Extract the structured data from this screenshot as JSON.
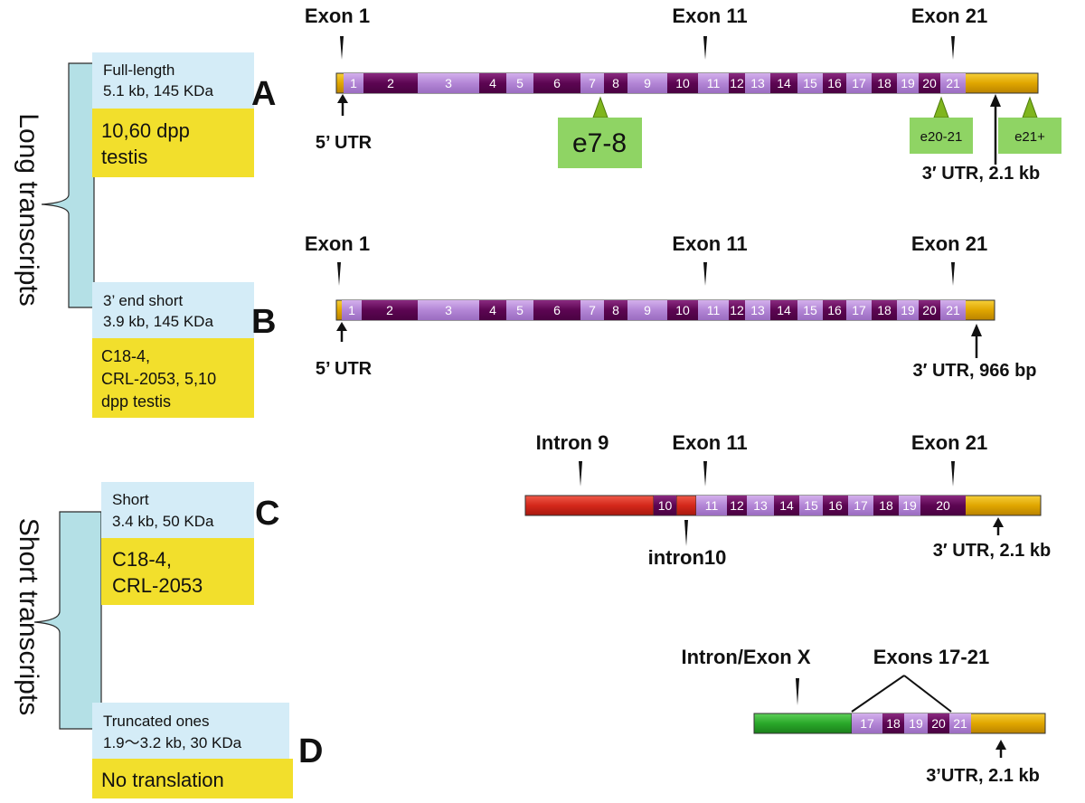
{
  "side_labels": {
    "long": "Long  transcripts",
    "short": "Short  transcripts"
  },
  "transcripts": [
    {
      "letter": "A",
      "info_lines": [
        "Full-length",
        "5.1 kb, 145 KDa"
      ],
      "tissue_lines": [
        "10,60 dpp",
        "testis"
      ],
      "exon_labels": [
        "1",
        "2",
        "3",
        "4",
        "5",
        "6",
        "7",
        "8",
        "9",
        "10",
        "11",
        "12",
        "13",
        "14",
        "15",
        "16",
        "17",
        "18",
        "19",
        "20",
        "21"
      ],
      "top_markers": [
        "Exon 1",
        "Exon 11",
        "Exon 21"
      ],
      "utr5": "5’ UTR",
      "utr3": "3′  UTR, 2.1 kb",
      "probes": [
        "e7-8",
        "e20-21",
        "e21+"
      ]
    },
    {
      "letter": "B",
      "info_lines": [
        "3’ end short",
        "3.9 kb, 145 KDa"
      ],
      "tissue_lines": [
        "C18-4,",
        "CRL-2053, 5,10",
        "dpp testis"
      ],
      "exon_labels": [
        "1",
        "2",
        "3",
        "4",
        "5",
        "6",
        "7",
        "8",
        "9",
        "10",
        "11",
        "12",
        "13",
        "14",
        "15",
        "16",
        "17",
        "18",
        "19",
        "20",
        "21"
      ],
      "top_markers": [
        "Exon 1",
        "Exon 11",
        "Exon 21"
      ],
      "utr5": "5’ UTR",
      "utr3": "3′  UTR, 966 bp"
    },
    {
      "letter": "C",
      "info_lines": [
        "Short",
        "3.4 kb, 50 KDa"
      ],
      "tissue_lines": [
        "C18-4,",
        "CRL-2053"
      ],
      "exon_labels": [
        "10",
        "11",
        "12",
        "13",
        "14",
        "15",
        "16",
        "17",
        "18",
        "19",
        "20"
      ],
      "top_markers": [
        "Intron 9",
        "Exon 11",
        "Exon 21"
      ],
      "bottom_marker": "intron10",
      "utr3": "3′  UTR, 2.1 kb"
    },
    {
      "letter": "D",
      "info_lines": [
        "Truncated ones",
        "1.9〜3.2 kb, 30 KDa"
      ],
      "tissue_lines": [
        "No translation"
      ],
      "exon_labels": [
        "17",
        "18",
        "19",
        "20",
        "21"
      ],
      "top_markers": [
        "Intron/Exon X",
        "Exons 17-21"
      ],
      "utr3": "3’UTR, 2.1 kb"
    }
  ],
  "colors": {
    "dark_exon": "#6b0a62",
    "light_exon": "#b786d6",
    "utr": "#e0a800",
    "intron_red": "#d8281c",
    "intron_green": "#2aa82a",
    "info_box": "#d4ecf7",
    "tissue_box": "#f2df2c",
    "probe_box": "#8fd464",
    "bracket": "#b4e0e6"
  }
}
